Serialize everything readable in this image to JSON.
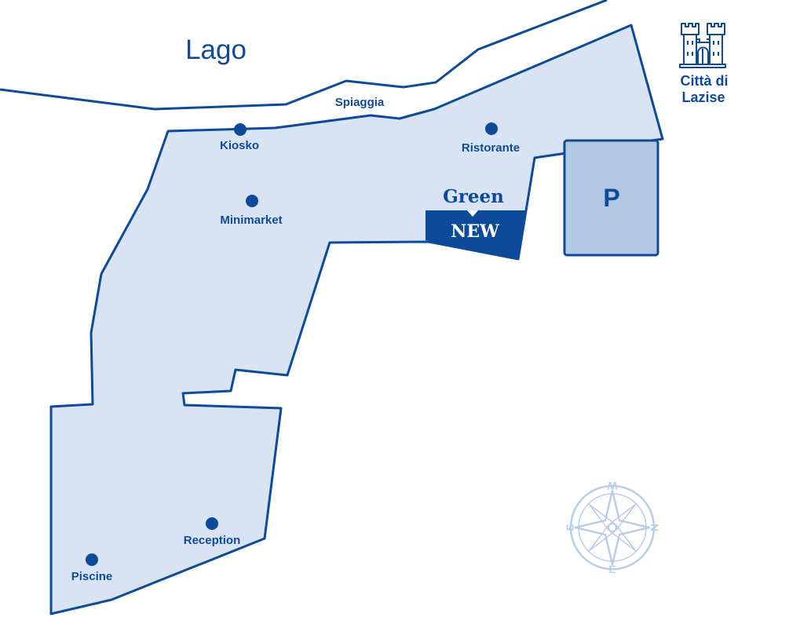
{
  "map": {
    "lake_label": "Lago",
    "beach_label": "Spiaggia",
    "city": {
      "line1": "Città di",
      "line2": "Lazise",
      "icon": "castle-icon"
    },
    "parking_label": "P",
    "new_area": {
      "name": "Green",
      "badge": "NEW"
    },
    "points_of_interest": [
      {
        "id": "kiosko",
        "label": "Kiosko"
      },
      {
        "id": "ristorante",
        "label": "Ristorante"
      },
      {
        "id": "minimarket",
        "label": "Minimarket"
      },
      {
        "id": "reception",
        "label": "Reception"
      },
      {
        "id": "piscine",
        "label": "Piscine"
      }
    ],
    "compass": {
      "icon": "compass-rose-icon",
      "north": "N",
      "south": "S",
      "east": "E",
      "west": "W"
    },
    "colors": {
      "primary": "#0d4a9a",
      "area_fill": "#d8e4f3",
      "parking_fill": "#b3c9e3",
      "compass": "#b9cde8"
    }
  }
}
